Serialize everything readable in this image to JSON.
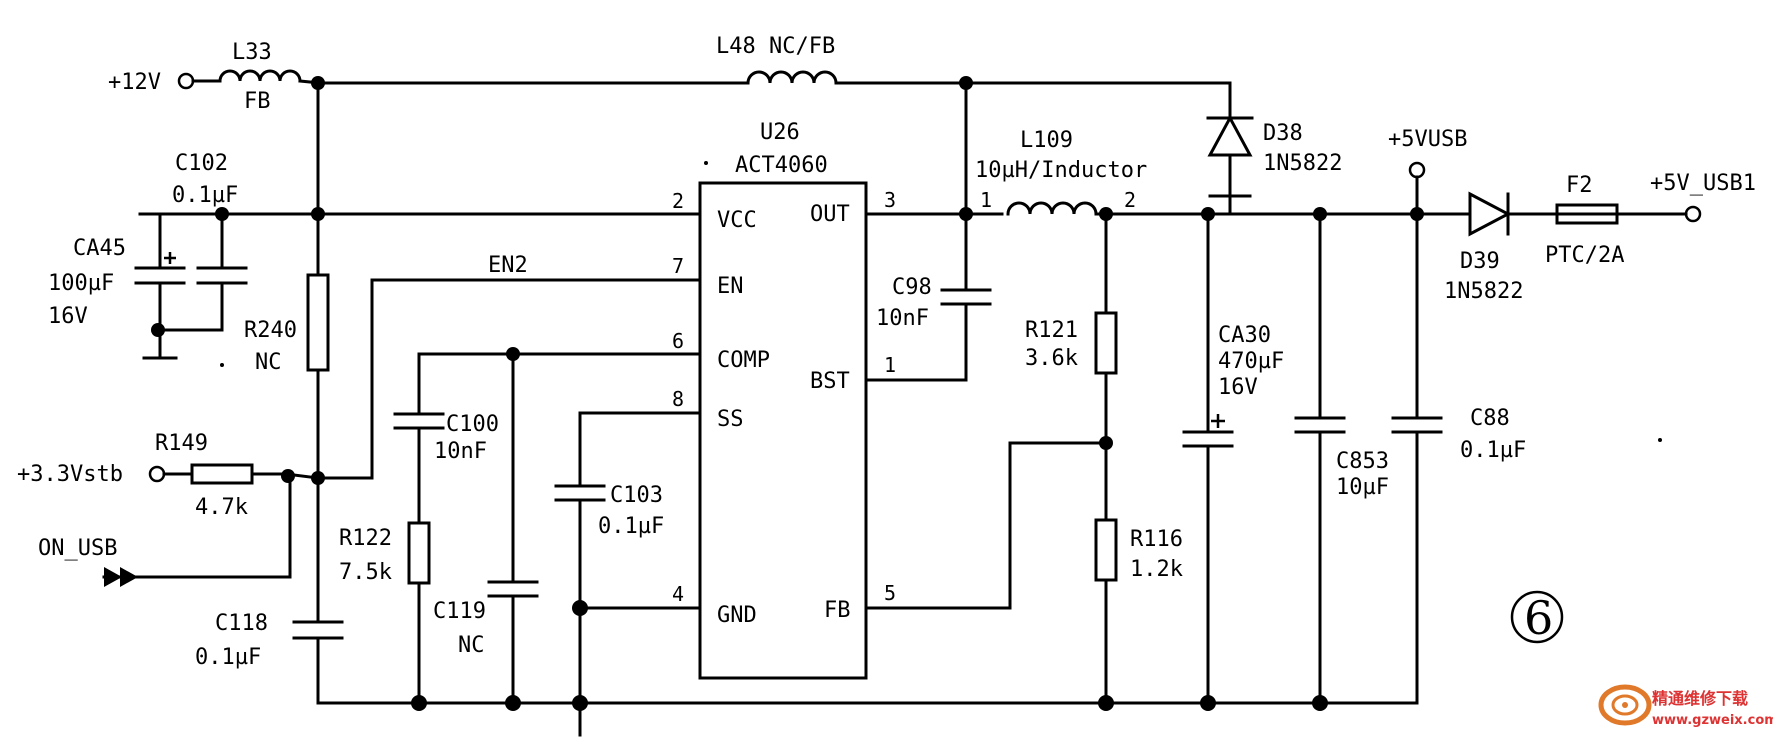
{
  "labels": {
    "vin12": "+12V",
    "l33": "L33",
    "l33_val": "FB",
    "l48": "L48 NC/FB",
    "c102": "C102",
    "c102_val": "0.1µF",
    "ca45": "CA45",
    "ca45_val": "100µF",
    "ca45_v": "16V",
    "en2": "EN2",
    "r240": "R240",
    "r240_val": "NC",
    "r149": "R149",
    "r149_val": "4.7k",
    "v33": "+3.3Vstb",
    "on_usb": "ON_USB",
    "c100": "C100",
    "c100_val": "10nF",
    "r122": "R122",
    "r122_val": "7.5k",
    "c119": "C119",
    "c119_val": "NC",
    "c118": "C118",
    "c118_val": "0.1µF",
    "c103": "C103",
    "c103_val": "0.1µF",
    "u26": "U26",
    "u26_part": "ACT4060",
    "pin_vcc": "VCC",
    "pin_en": "EN",
    "pin_comp": "COMP",
    "pin_ss": "SS",
    "pin_gnd": "GND",
    "pin_out": "OUT",
    "pin_bst": "BST",
    "pin_fb": "FB",
    "n2": "2",
    "n7": "7",
    "n6": "6",
    "n8": "8",
    "n4": "4",
    "n3": "3",
    "n1": "1",
    "n5": "5",
    "c98": "C98",
    "c98_val": "10nF",
    "l109": "L109",
    "l109_val": "10µH/Inductor",
    "l109_p1": "1",
    "l109_p2": "2",
    "d38": "D38",
    "d38_val": "1N5822",
    "r121": "R121",
    "r121_val": "3.6k",
    "r116": "R116",
    "r116_val": "1.2k",
    "ca30": "CA30",
    "ca30_val": "470µF",
    "ca30_v": "16V",
    "c853": "C853",
    "c853_val": "10µF",
    "v5usb": "+5VUSB",
    "c88": "C88",
    "c88_val": "0.1µF",
    "d39": "D39",
    "d39_val": "1N5822",
    "f2": "F2",
    "f2_val": "PTC/2A",
    "v5usb1": "+5V_USB1",
    "sheet": "⑥",
    "wm_cn": "精通维修下载",
    "wm_url": "www.gzweix.com"
  }
}
